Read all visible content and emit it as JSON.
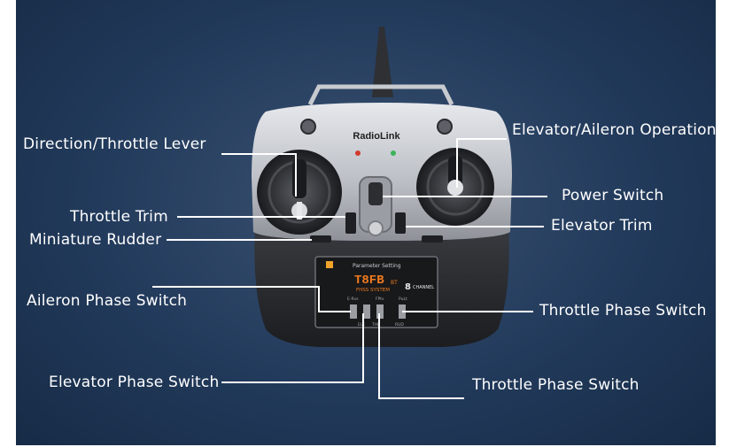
{
  "device": {
    "brand": "RadioLink",
    "screen_header": "Parameter Setting",
    "model": "T8FB",
    "model_suffix": "BT",
    "system_text": "FHSS SYSTEM",
    "channel_count": "8",
    "channel_text": "CHANNEL",
    "switch_bank_top": [
      "E-Rvs",
      "FPts",
      "PuLt"
    ],
    "switch_bank_bottom": [
      "ELE",
      "THR",
      "RUD"
    ]
  },
  "labels": {
    "direction_throttle_lever": "Direction/Throttle Lever",
    "throttle_trim": "Throttle Trim",
    "miniature_rudder": "Miniature Rudder",
    "aileron_phase_switch": "Aileron Phase Switch",
    "elevator_phase_switch": "Elevator Phase Switch",
    "elevator_aileron_operation": "Elevator/Aileron Operation",
    "power_switch": "Power Switch",
    "elevator_trim": "Elevator Trim",
    "throttle_phase_switch_right": "Throttle Phase Switch",
    "throttle_phase_switch_bottom": "Throttle Phase Switch"
  },
  "colors": {
    "background": "#223a5b",
    "body_lower": "#2b2d31",
    "body_upper": "#c9ccd1",
    "screen_orange": "#f07a1e"
  }
}
